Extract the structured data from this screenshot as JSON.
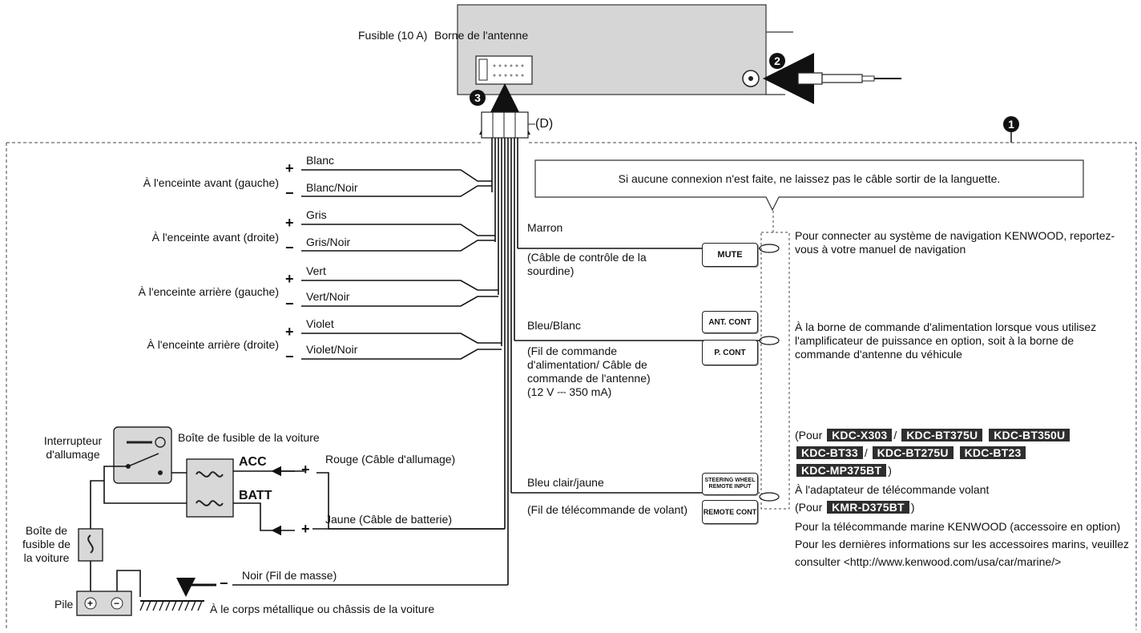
{
  "head_unit": {
    "fuse_label": "Fusible (10 A)",
    "antenna_terminal_label": "Borne de l'antenne",
    "connector_letter": "(D)",
    "step_1": "1",
    "step_2": "2",
    "step_3": "3"
  },
  "speakers": [
    {
      "target": "À l'enceinte avant (gauche)",
      "plus_wire": "Blanc",
      "minus_wire": "Blanc/Noir"
    },
    {
      "target": "À l'enceinte avant (droite)",
      "plus_wire": "Gris",
      "minus_wire": "Gris/Noir"
    },
    {
      "target": "À l'enceinte arrière (gauche)",
      "plus_wire": "Vert",
      "minus_wire": "Vert/Noir"
    },
    {
      "target": "À l'enceinte arrière (droite)",
      "plus_wire": "Violet",
      "minus_wire": "Violet/Noir"
    }
  ],
  "power": {
    "ignition_switch": "Interrupteur d'allumage",
    "car_fuse_box": "Boîte de fusible de la voiture",
    "acc_label": "ACC",
    "batt_label": "BATT",
    "red_wire": "Rouge (Câble d'allumage)",
    "yellow_wire": "Jaune (Câble de batterie)",
    "car_fuse_box_2": "Boîte de fusible de la voiture",
    "battery": "Pile",
    "ground_wire": "Noir (Fil de masse)",
    "ground_target": "À le corps métallique ou châssis de la voiture"
  },
  "callout": "Si aucune connexion n'est faite, ne laissez pas le câble sortir de la languette.",
  "right_wires": [
    {
      "color": "Marron",
      "desc": "(Câble de contrôle de la sourdine)",
      "tags": [
        "MUTE"
      ],
      "note": "Pour connecter au système de navigation KENWOOD, reportez-vous à votre manuel de navigation"
    },
    {
      "color": "Bleu/Blanc",
      "desc": "(Fil de commande d'alimentation/ Câble de commande de l'antenne) (12 V ⎓ 350 mA)",
      "tags": [
        "ANT. CONT",
        "P. CONT"
      ],
      "note": "À la borne de commande d'alimentation lorsque vous utilisez l'amplificateur de puissance en option, soit à la borne de commande d'antenne du véhicule"
    },
    {
      "color": "Bleu clair/jaune",
      "desc": "(Fil de télécommande de volant)",
      "tags": [
        "STEERING WHEEL REMOTE INPUT",
        "REMOTE CONT"
      ]
    }
  ],
  "steering_note": {
    "pour_open": "(Pour",
    "models": [
      "KDC-X303",
      "KDC-BT375U",
      "KDC-BT350U",
      "KDC-BT33",
      "KDC-BT275U",
      "KDC-BT23",
      "KDC-MP375BT"
    ],
    "adapter_line": "À l'adaptateur de télécommande volant",
    "pour_open_2": "(Pour",
    "adapter_model": "KMR-D375BT",
    "close_paren": ")",
    "marine_line_1": "Pour la télécommande marine KENWOOD (accessoire en option)",
    "marine_line_2": "Pour les dernières informations sur les accessoires marins, veuillez",
    "marine_line_3": "consulter <http://www.kenwood.com/usa/car/marine/>"
  },
  "symbols": {
    "plus": "+",
    "minus": "−"
  }
}
